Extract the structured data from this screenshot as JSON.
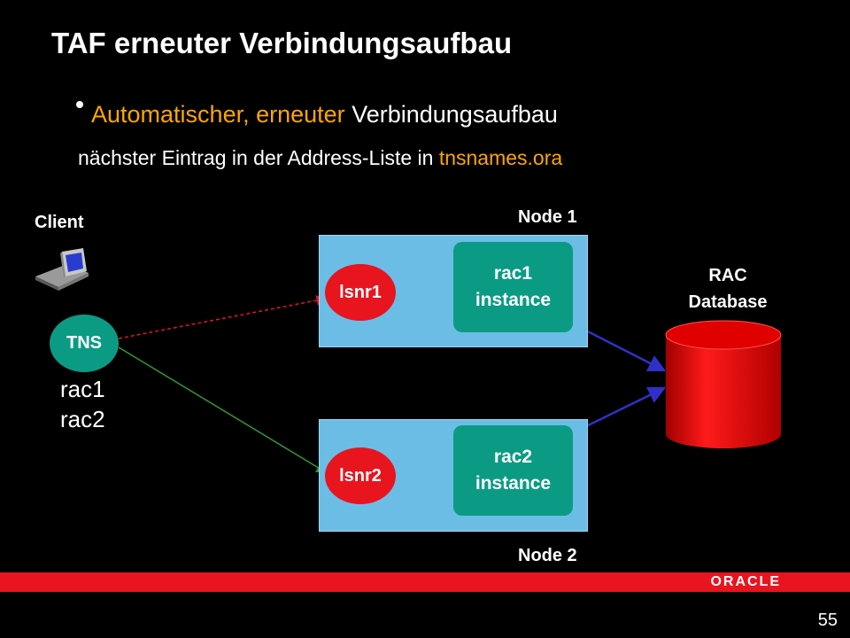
{
  "title": "TAF erneuter Verbindungsaufbau",
  "bullet": {
    "part1": "Automatischer,",
    "part2": "erneuter",
    "part3": "Verbindungsaufbau"
  },
  "subline": {
    "text": "nächster Eintrag in der Address-Liste in",
    "highlight": "tnsnames.ora"
  },
  "client": {
    "label": "Client",
    "icon": "computer-icon"
  },
  "tns": {
    "label": "TNS",
    "entries": [
      "rac1",
      "rac2"
    ]
  },
  "node1": {
    "label": "Node 1",
    "listener": "lsnr1",
    "instance_line1": "rac1",
    "instance_line2": "instance"
  },
  "node2": {
    "label": "Node 2",
    "listener": "lsnr2",
    "instance_line1": "rac2",
    "instance_line2": "instance"
  },
  "database": {
    "label_line1": "RAC",
    "label_line2": "Database"
  },
  "footer": {
    "brand": "ORACLE",
    "page": "55"
  },
  "colors": {
    "accent_orange": "#ffa500",
    "node_fill": "#6cbde6",
    "instance_fill": "#0b9b84",
    "listener_fill": "#e8141e",
    "database_fill": "#e00000",
    "failed_connection": "#e8141e",
    "failover_connection": "#2e9b2e",
    "storage_link": "#3030c8"
  }
}
